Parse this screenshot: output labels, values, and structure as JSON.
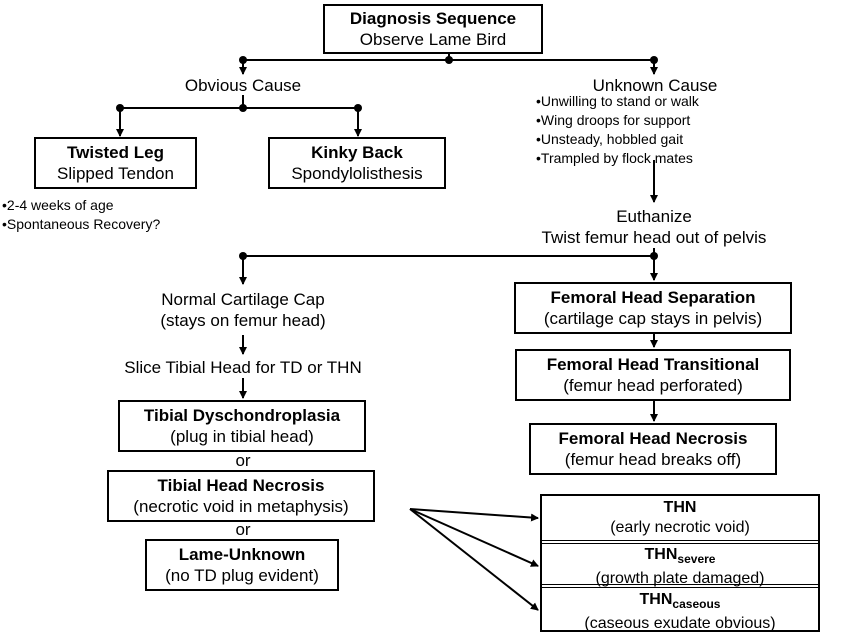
{
  "diagnosis": {
    "title": "Diagnosis Sequence",
    "subtitle": "Observe Lame Bird"
  },
  "obvious_cause": "Obvious Cause",
  "unknown_cause": {
    "label": "Unknown Cause",
    "signs": [
      "Unwilling to stand or walk",
      "Wing droops for support",
      "Unsteady, hobbled gait",
      "Trampled by flock mates"
    ]
  },
  "twisted_leg": {
    "title": "Twisted Leg",
    "subtitle": "Slipped Tendon",
    "notes": [
      "2-4 weeks of age",
      "Spontaneous Recovery?"
    ]
  },
  "kinky_back": {
    "title": "Kinky Back",
    "subtitle": "Spondylolisthesis"
  },
  "euthanize": {
    "line1": "Euthanize",
    "line2": "Twist femur head out of pelvis"
  },
  "normal_cap": {
    "line1": "Normal Cartilage Cap",
    "line2": "(stays on femur head)"
  },
  "slice": "Slice Tibial Head for TD or THN",
  "tibial_dys": {
    "title": "Tibial Dyschondroplasia",
    "subtitle": "(plug in tibial head)"
  },
  "or1": "or",
  "tibial_necrosis": {
    "title": "Tibial Head Necrosis",
    "subtitle": "(necrotic void in metaphysis)"
  },
  "or2": "or",
  "lame_unknown": {
    "title": "Lame-Unknown",
    "subtitle": "(no TD plug evident)"
  },
  "fem_sep": {
    "title": "Femoral Head Separation",
    "subtitle": "(cartilage cap stays in pelvis)"
  },
  "fem_trans": {
    "title": "Femoral Head Transitional",
    "subtitle": "(femur head perforated)"
  },
  "fem_nec": {
    "title": "Femoral Head Necrosis",
    "subtitle": "(femur head breaks off)"
  },
  "thn": {
    "t1": {
      "title": "THN",
      "subtitle": "(early necrotic void)"
    },
    "t2": {
      "title": "THN",
      "sub": "severe",
      "subtitle": "(growth plate damaged)"
    },
    "t3": {
      "title": "THN",
      "sub": "caseous",
      "subtitle": "(caseous exudate obvious)"
    }
  }
}
